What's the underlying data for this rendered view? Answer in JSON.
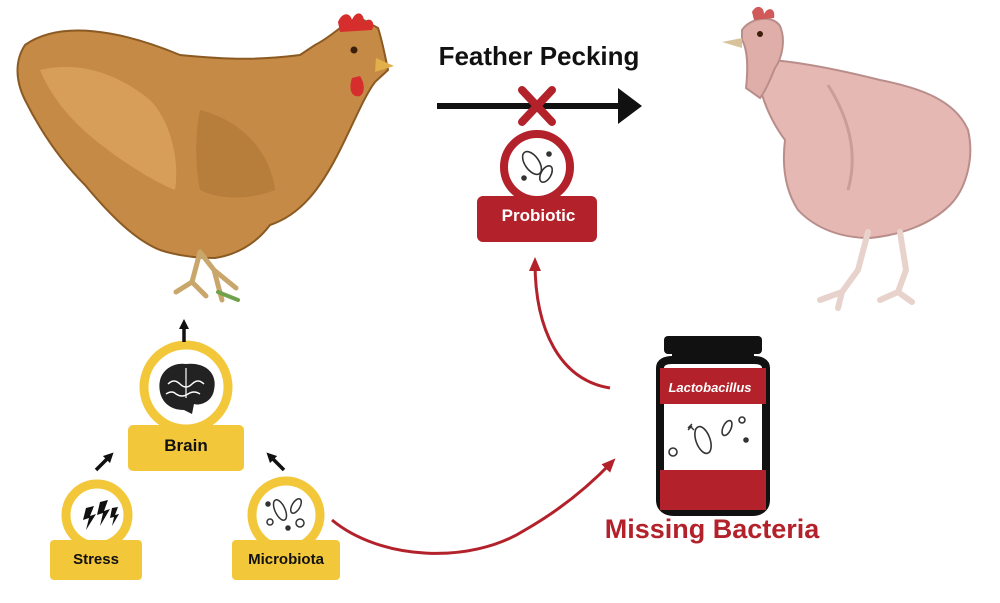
{
  "diagram": {
    "title": "Feather Pecking",
    "missing_label": "Missing Bacteria",
    "probiotic_label": "Probiotic",
    "brain_label": "Brain",
    "stress_label": "Stress",
    "microbiota_label": "Microbiota",
    "jar_label": "Lactobacillus"
  },
  "colors": {
    "accent_red": "#b3212b",
    "accent_yellow": "#f3c73a",
    "jar_black": "#111111"
  },
  "icons": [
    "healthy-hen-image",
    "featherless-hen-image",
    "brain-icon",
    "stress-icon",
    "microbiota-icon",
    "bacteria-icon",
    "probiotic-jar-icon",
    "blocked-x-icon"
  ]
}
